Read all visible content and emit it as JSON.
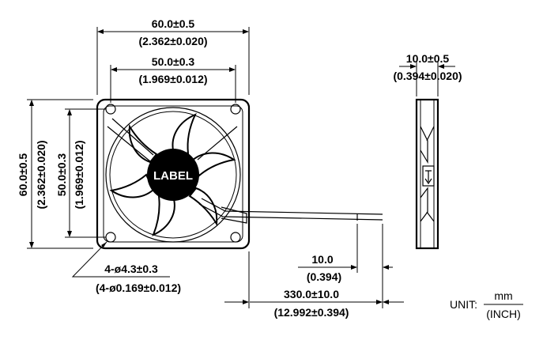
{
  "dimensions": {
    "overall_width": {
      "mm": "60.0±0.5",
      "inch": "(2.362±0.020)"
    },
    "hole_spacing_width": {
      "mm": "50.0±0.3",
      "inch": "(1.969±0.012)"
    },
    "overall_height": {
      "mm": "60.0±0.5",
      "inch": "(2.362±0.020)"
    },
    "hole_spacing_height": {
      "mm": "50.0±0.3",
      "inch": "(1.969±0.012)"
    },
    "thickness": {
      "mm": "10.0±0.5",
      "inch": "(0.394±0.020)"
    },
    "mounting_holes": {
      "mm": "4-ø4.3±0.3",
      "inch": "(4-ø0.169±0.012)"
    },
    "wire_strip": {
      "mm": "10.0",
      "inch": "(0.394)"
    },
    "lead_length": {
      "mm": "330.0±10.0",
      "inch": "(12.992±0.394)"
    }
  },
  "label_text": "LABEL",
  "unit": {
    "prefix": "UNIT:",
    "top": "mm",
    "bottom": "(INCH)"
  }
}
